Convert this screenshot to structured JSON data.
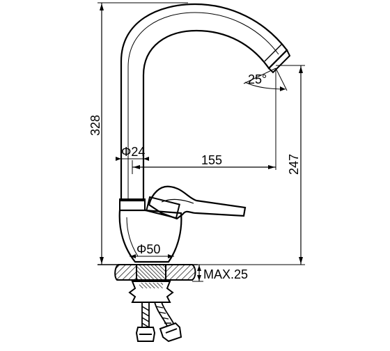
{
  "dimensions": {
    "total_height": "328",
    "spout_height": "247",
    "reach": "155",
    "spout_tube_diameter": "Φ24",
    "base_diameter": "Φ50",
    "counter_thickness": "MAX.25",
    "spout_angle": "25°"
  },
  "colors": {
    "line": "#000000",
    "background": "#ffffff"
  }
}
